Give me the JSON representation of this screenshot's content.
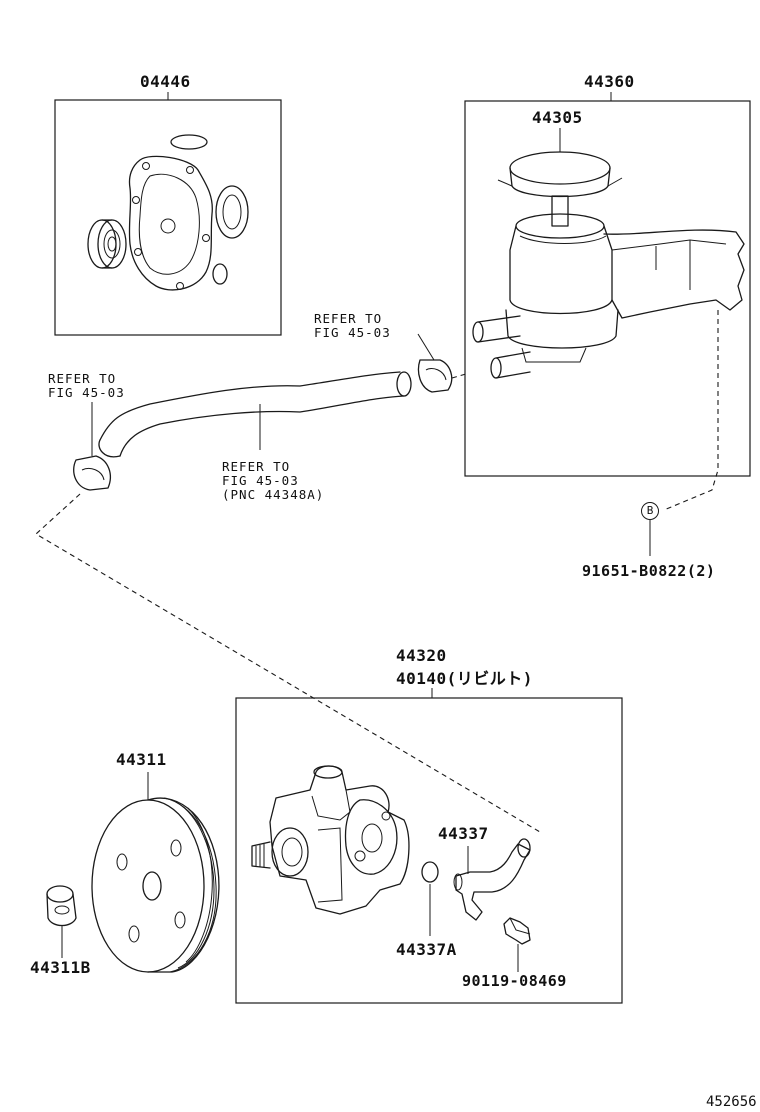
{
  "parts": {
    "p04446": "04446",
    "p44360": "44360",
    "p44305": "44305",
    "p44320": "44320",
    "p40140": "40140(リビルト)",
    "p44311": "44311",
    "p44311b": "44311B",
    "p44337": "44337",
    "p44337a": "44337A",
    "p90119": "90119-08469",
    "p91651": "91651-B0822(2)"
  },
  "refs": {
    "ref_right": {
      "line1": "REFER TO",
      "line2": "FIG 45-03"
    },
    "ref_left": {
      "line1": "REFER TO",
      "line2": "FIG 45-03"
    },
    "ref_hose": {
      "line1": "REFER TO",
      "line2": "FIG 45-03",
      "line3": "(PNC 44348A)"
    }
  },
  "callout_b": "B",
  "figure_id": "452656"
}
